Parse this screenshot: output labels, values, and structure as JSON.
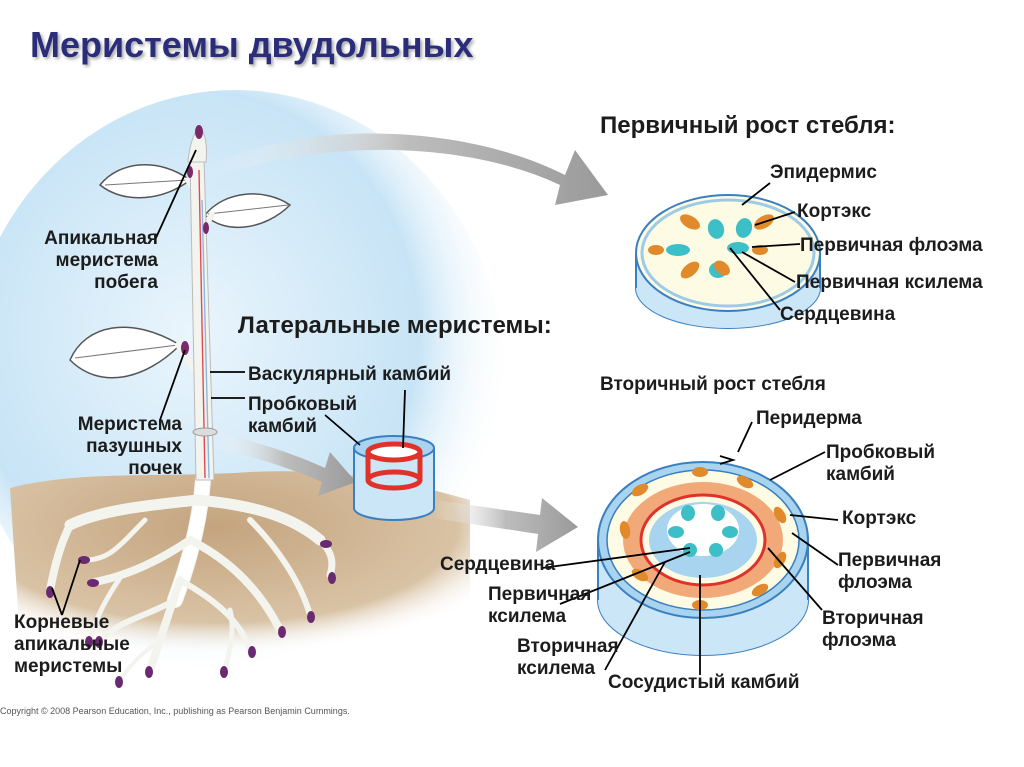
{
  "title": "Меристемы двудольных",
  "sections": {
    "primary_growth": "Первичный рост стебля:",
    "lateral_meristems": "Латеральные меристемы:",
    "secondary_growth": "Вторичный рост стебля"
  },
  "plant_labels": {
    "apical_shoot": "Апикальная\nмеристема\nпобега",
    "axillary": "Меристема\nпазушных\nпочек",
    "root_apical": "Корневые\nапикальные\nмеристемы"
  },
  "lateral_labels": {
    "vascular_cambium": "Васкулярный камбий",
    "cork_cambium": "Пробковый\nкамбий"
  },
  "primary_labels": {
    "epidermis": "Эпидермис",
    "cortex": "Кортэкс",
    "primary_phloem": "Первичная флоэма",
    "primary_xylem": "Первичная ксилема",
    "pith": "Сердцевина"
  },
  "secondary_labels": {
    "periderm": "Перидерма",
    "cork_cambium": "Пробковый\nкамбий",
    "cortex": "Кортэкс",
    "primary_phloem": "Первичная\nфлоэма",
    "secondary_phloem": "Вторичная\nфлоэма",
    "pith": "Сердцевина",
    "primary_xylem": "Первичная\nксилема",
    "secondary_xylem": "Вторичная\nксилема",
    "vascular_cambium": "Сосудистый камбий"
  },
  "copyright": "Copyright © 2008 Pearson Education, Inc., publishing as Pearson Benjamin Cummings.",
  "colors": {
    "title": "#2a2d7a",
    "sky": "#bfe0f5",
    "soil": "#c9ad8a",
    "stem": "#f2f2ee",
    "meristem_tip": "#7a2a6a",
    "cambium_red": "#e0322b",
    "cylinder_blue": "#a9d4ef",
    "bark_orange": "#f2a97a",
    "phloem_orange": "#e08a2c",
    "xylem_teal": "#3dbfc8",
    "arrow_gray": "#a8a8a8"
  }
}
